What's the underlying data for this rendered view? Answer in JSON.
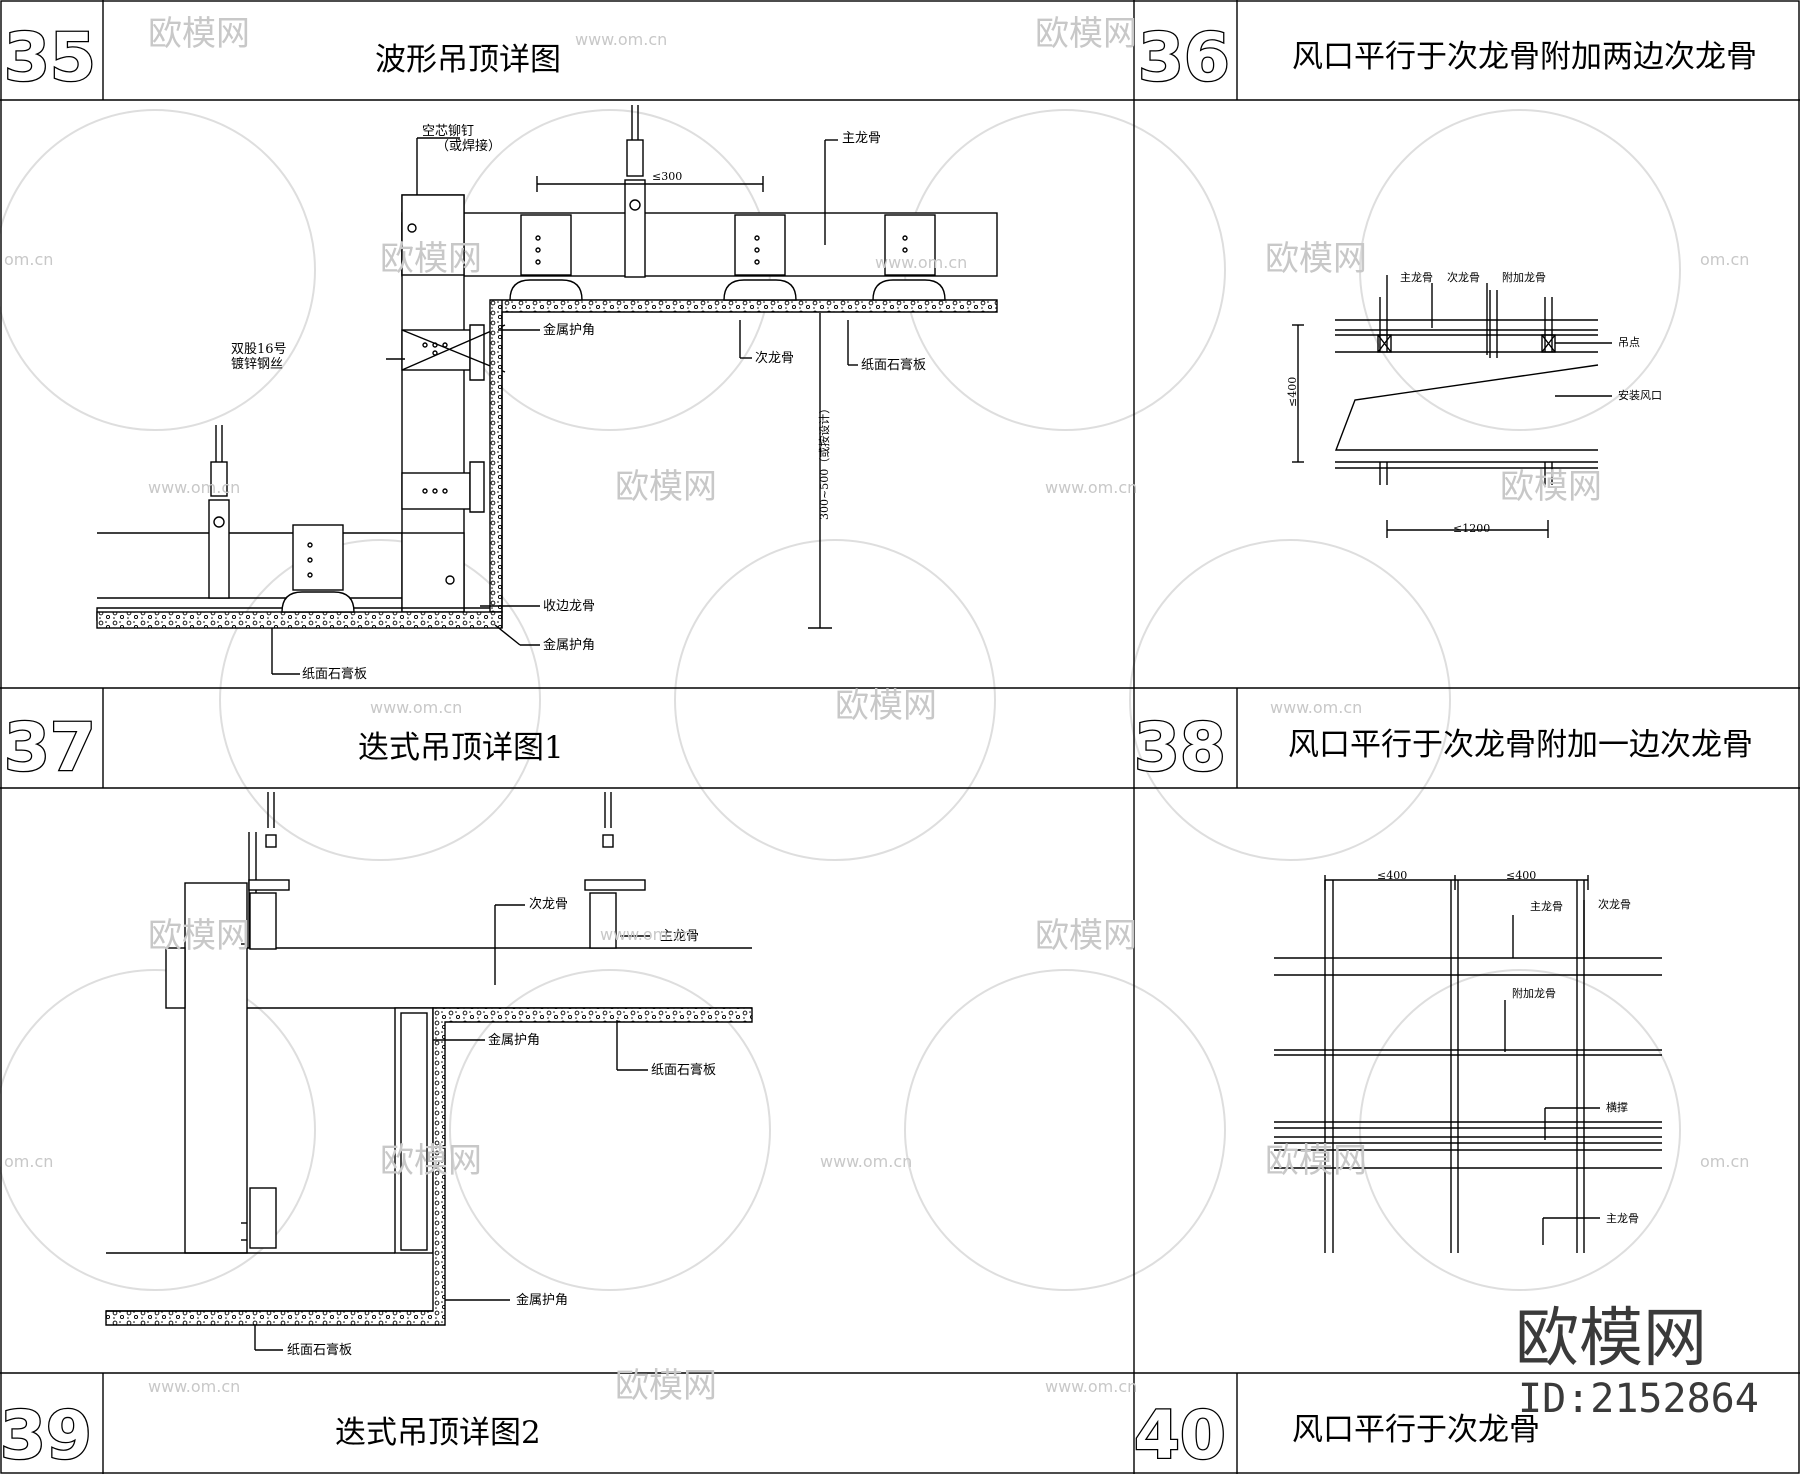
{
  "panels": [
    {
      "number": "35",
      "title": "波形吊顶详图"
    },
    {
      "number": "36",
      "title": "风口平行于次龙骨附加两边次龙骨"
    },
    {
      "number": "37",
      "title": "迭式吊顶详图1"
    },
    {
      "number": "38",
      "title": "风口平行于次龙骨附加一边次龙骨"
    },
    {
      "number": "39",
      "title": "迭式吊顶详图2"
    },
    {
      "number": "40",
      "title": "风口平行于次龙骨"
    }
  ],
  "panel35": {
    "labels": {
      "hollow_rivet": "空芯铆钉",
      "hollow_rivet_note": "（或焊接）",
      "spacing": "≤300",
      "main_keel": "主龙骨",
      "double_wire_1": "双股16号",
      "double_wire_2": "镀锌钢丝",
      "metal_corner_1": "金属护角",
      "secondary_keel": "次龙骨",
      "gypsum_board_1": "纸面石膏板",
      "height_range": "300~500（或按设计）",
      "edge_keel": "收边龙骨",
      "metal_corner_2": "金属护角",
      "gypsum_board_2": "纸面石膏板"
    }
  },
  "panel36": {
    "labels": {
      "main_keel": "主龙骨",
      "secondary_keel": "次龙骨",
      "extra_keel": "附加龙骨",
      "hanger_point": "吊点",
      "vent": "安装风口",
      "spacing_v": "≤400",
      "spacing_h": "≤1200"
    }
  },
  "panel37": {
    "labels": {
      "secondary_keel": "次龙骨",
      "main_keel": "主龙骨",
      "metal_corner_1": "金属护角",
      "gypsum_board_1": "纸面石膏板",
      "metal_corner_2": "金属护角",
      "gypsum_board_2": "纸面石膏板"
    }
  },
  "panel38": {
    "labels": {
      "spacing_1": "≤400",
      "spacing_2": "≤400",
      "main_keel_1": "主龙骨",
      "secondary_keel": "次龙骨",
      "extra_keel": "附加龙骨",
      "cross_brace": "横撑",
      "main_keel_2": "主龙骨"
    }
  },
  "watermarks": {
    "site": "www.om.cn",
    "site_short": "om.cn",
    "brand": "欧模网"
  },
  "branding": {
    "name": "欧模网",
    "id": "ID:2152864"
  },
  "colors": {
    "line": "#000000",
    "watermark": "#c8c8c8",
    "brand": "#3a3a3a"
  }
}
